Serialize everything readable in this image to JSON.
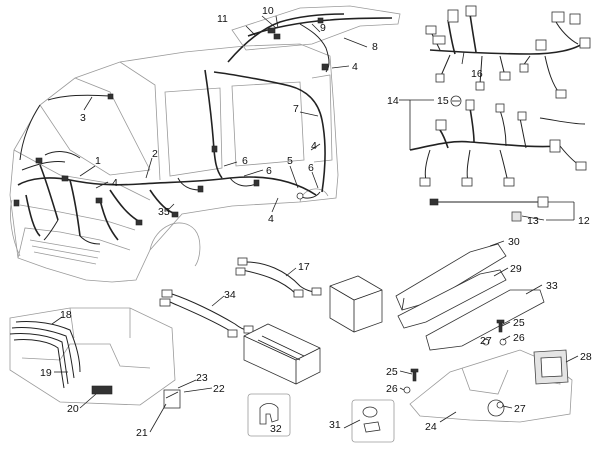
{
  "callouts": [
    {
      "id": "c1",
      "text": "1"
    },
    {
      "id": "c2",
      "text": "2"
    },
    {
      "id": "c3",
      "text": "3"
    },
    {
      "id": "c4a",
      "text": "4"
    },
    {
      "id": "c4b",
      "text": "4"
    },
    {
      "id": "c4c",
      "text": "4"
    },
    {
      "id": "c4d",
      "text": "4"
    },
    {
      "id": "c5",
      "text": "5"
    },
    {
      "id": "c6a",
      "text": "6"
    },
    {
      "id": "c6b",
      "text": "6"
    },
    {
      "id": "c6c",
      "text": "6"
    },
    {
      "id": "c7",
      "text": "7"
    },
    {
      "id": "c8",
      "text": "8"
    },
    {
      "id": "c9",
      "text": "9"
    },
    {
      "id": "c10",
      "text": "10"
    },
    {
      "id": "c11",
      "text": "11"
    },
    {
      "id": "c12",
      "text": "12"
    },
    {
      "id": "c13",
      "text": "13"
    },
    {
      "id": "c14",
      "text": "14"
    },
    {
      "id": "c15",
      "text": "15"
    },
    {
      "id": "c16",
      "text": "16"
    },
    {
      "id": "c17",
      "text": "17"
    },
    {
      "id": "c18",
      "text": "18"
    },
    {
      "id": "c19",
      "text": "19"
    },
    {
      "id": "c20",
      "text": "20"
    },
    {
      "id": "c21",
      "text": "21"
    },
    {
      "id": "c22",
      "text": "22"
    },
    {
      "id": "c23",
      "text": "23"
    },
    {
      "id": "c24",
      "text": "24"
    },
    {
      "id": "c25a",
      "text": "25"
    },
    {
      "id": "c25b",
      "text": "25"
    },
    {
      "id": "c26a",
      "text": "26"
    },
    {
      "id": "c26b",
      "text": "26"
    },
    {
      "id": "c27a",
      "text": "27"
    },
    {
      "id": "c27b",
      "text": "27"
    },
    {
      "id": "c28",
      "text": "28"
    },
    {
      "id": "c29",
      "text": "29"
    },
    {
      "id": "c30",
      "text": "30"
    },
    {
      "id": "c31",
      "text": "31"
    },
    {
      "id": "c32",
      "text": "32"
    },
    {
      "id": "c33",
      "text": "33"
    },
    {
      "id": "c34",
      "text": "34"
    },
    {
      "id": "c35",
      "text": "35"
    }
  ]
}
